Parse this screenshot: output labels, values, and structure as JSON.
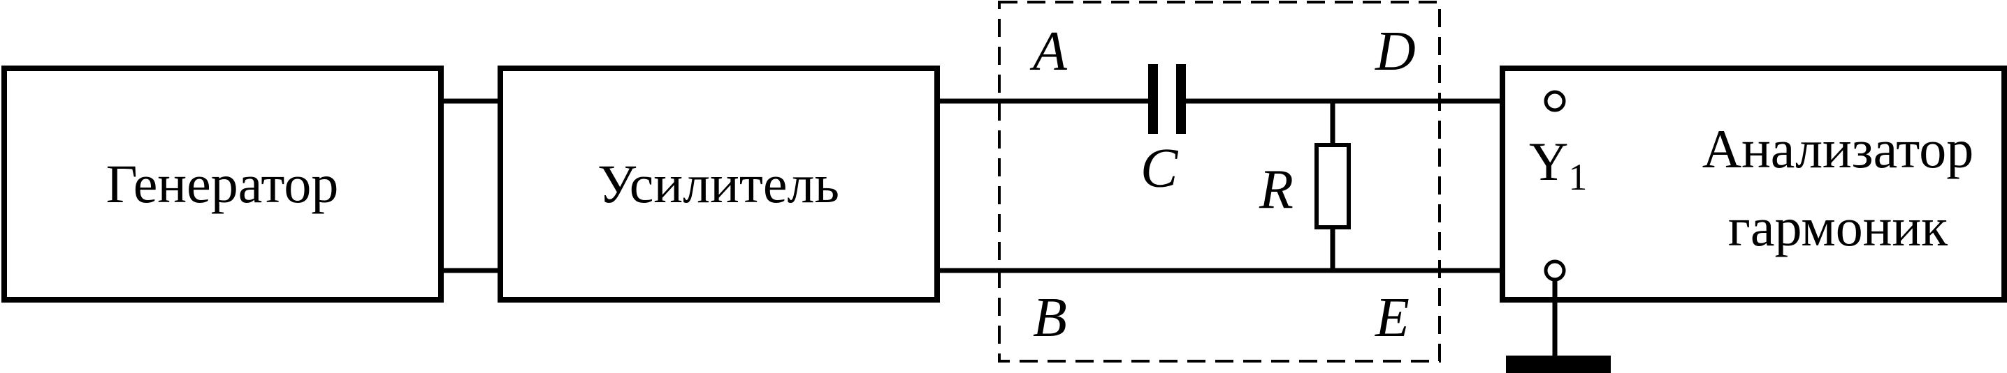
{
  "blocks": {
    "generator": "Генератор",
    "amplifier": "Усилитель",
    "analyzer_line1": "Анализатор",
    "analyzer_line2": "гармоник"
  },
  "nodes": {
    "a": "A",
    "b": "B",
    "d": "D",
    "e": "E"
  },
  "components": {
    "capacitor": "C",
    "resistor": "R"
  },
  "input": {
    "name": "Y",
    "index": "1"
  }
}
